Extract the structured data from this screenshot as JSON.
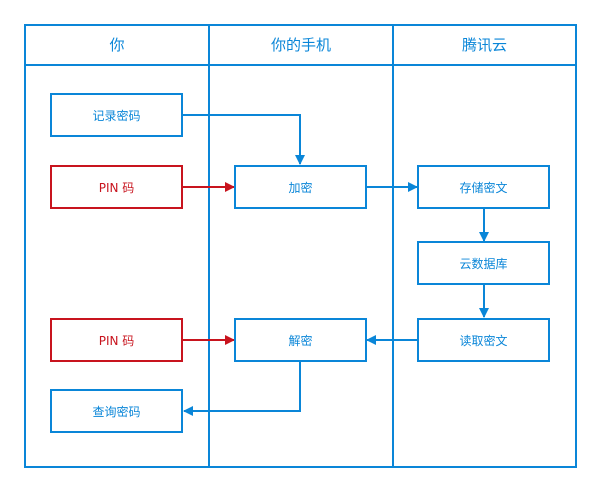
{
  "lanes": [
    {
      "title": "你"
    },
    {
      "title": "你的手机"
    },
    {
      "title": "腾讯云"
    }
  ],
  "nodes": {
    "record_password": "记录密码",
    "pin_top": "PIN 码",
    "encrypt": "加密",
    "store_ciphertext": "存储密文",
    "cloud_database": "云数据库",
    "pin_bottom": "PIN 码",
    "decrypt": "解密",
    "read_ciphertext": "读取密文",
    "query_password": "查询密码"
  },
  "colors": {
    "accent": "#0a86d8",
    "pin": "#c8141e"
  }
}
